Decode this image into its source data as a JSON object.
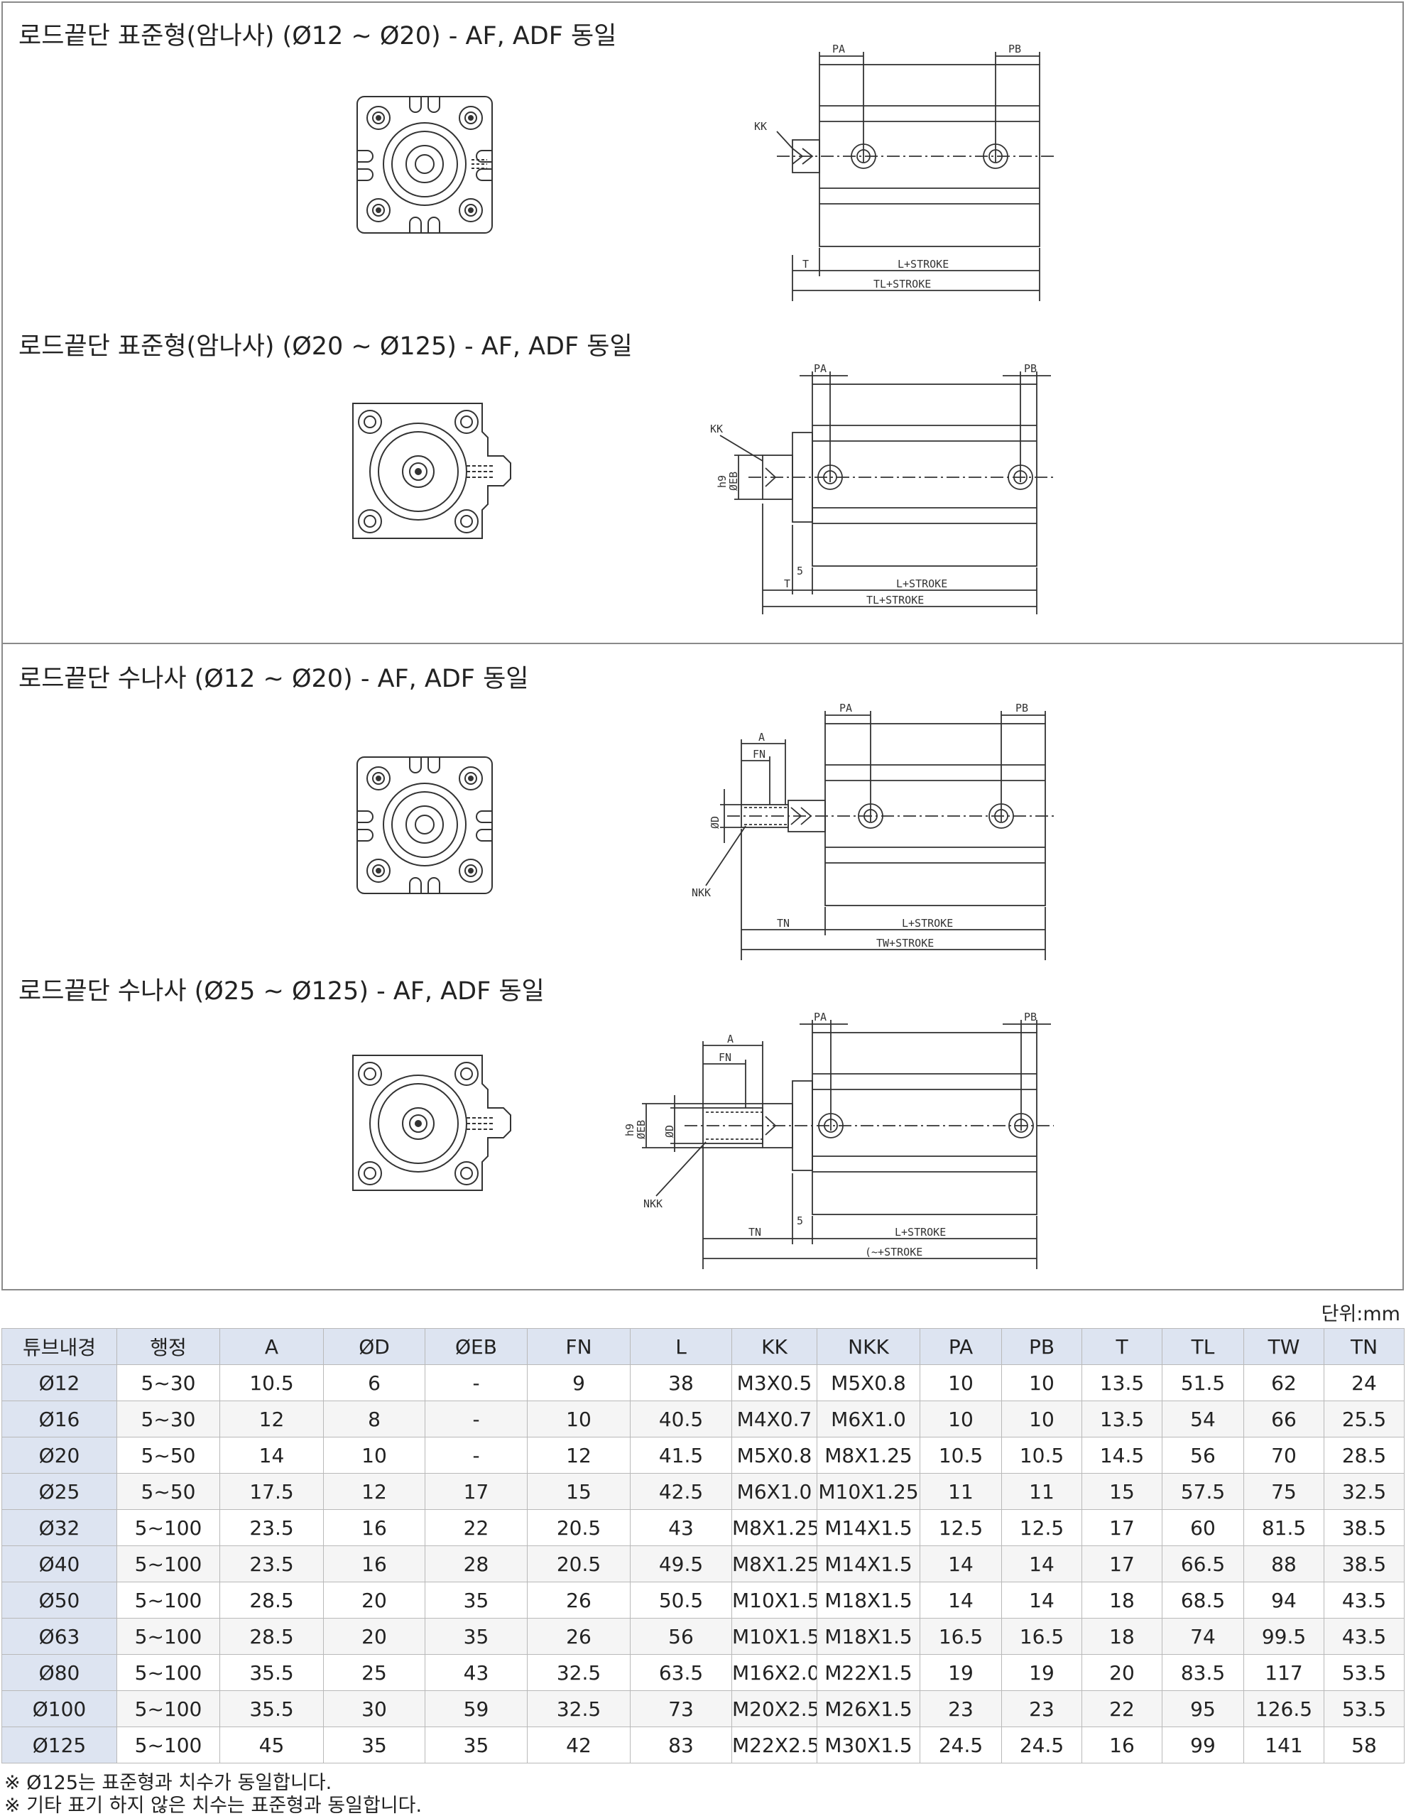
{
  "sections": [
    {
      "title": "로드끝단 표준형(암나사) (Ø12 ~ Ø20) - AF, ADF 동일"
    },
    {
      "title": "로드끝단 표준형(암나사) (Ø20 ~ Ø125) - AF, ADF 동일"
    },
    {
      "title": "로드끝단 수나사 (Ø12 ~ Ø20) - AF, ADF 동일"
    },
    {
      "title": "로드끝단 수나사 (Ø25 ~ Ø125) - AF, ADF 동일"
    }
  ],
  "drawing_labels": {
    "pa": "PA",
    "pb": "PB",
    "kk": "KK",
    "t": "T",
    "l_stroke": "L+STROKE",
    "tl_stroke": "TL+STROKE",
    "h9": "h9",
    "eb": "ØEB",
    "five": "5",
    "a": "A",
    "fn": "FN",
    "d": "ØD",
    "nkk": "NKK",
    "tn": "TN",
    "tw_stroke": "TW+STROKE",
    "tilde_stroke": "(~+STROKE"
  },
  "unit_note": "단위:mm",
  "table": {
    "headers": [
      "튜브내경",
      "행정",
      "A",
      "ØD",
      "ØEB",
      "FN",
      "L",
      "KK",
      "NKK",
      "PA",
      "PB",
      "T",
      "TL",
      "TW",
      "TN"
    ],
    "rows": [
      [
        "Ø12",
        "5~30",
        "10.5",
        "6",
        "-",
        "9",
        "38",
        "M3X0.5",
        "M5X0.8",
        "10",
        "10",
        "13.5",
        "51.5",
        "62",
        "24"
      ],
      [
        "Ø16",
        "5~30",
        "12",
        "8",
        "-",
        "10",
        "40.5",
        "M4X0.7",
        "M6X1.0",
        "10",
        "10",
        "13.5",
        "54",
        "66",
        "25.5"
      ],
      [
        "Ø20",
        "5~50",
        "14",
        "10",
        "-",
        "12",
        "41.5",
        "M5X0.8",
        "M8X1.25",
        "10.5",
        "10.5",
        "14.5",
        "56",
        "70",
        "28.5"
      ],
      [
        "Ø25",
        "5~50",
        "17.5",
        "12",
        "17",
        "15",
        "42.5",
        "M6X1.0",
        "M10X1.25",
        "11",
        "11",
        "15",
        "57.5",
        "75",
        "32.5"
      ],
      [
        "Ø32",
        "5~100",
        "23.5",
        "16",
        "22",
        "20.5",
        "43",
        "M8X1.25",
        "M14X1.5",
        "12.5",
        "12.5",
        "17",
        "60",
        "81.5",
        "38.5"
      ],
      [
        "Ø40",
        "5~100",
        "23.5",
        "16",
        "28",
        "20.5",
        "49.5",
        "M8X1.25",
        "M14X1.5",
        "14",
        "14",
        "17",
        "66.5",
        "88",
        "38.5"
      ],
      [
        "Ø50",
        "5~100",
        "28.5",
        "20",
        "35",
        "26",
        "50.5",
        "M10X1.5",
        "M18X1.5",
        "14",
        "14",
        "18",
        "68.5",
        "94",
        "43.5"
      ],
      [
        "Ø63",
        "5~100",
        "28.5",
        "20",
        "35",
        "26",
        "56",
        "M10X1.5",
        "M18X1.5",
        "16.5",
        "16.5",
        "18",
        "74",
        "99.5",
        "43.5"
      ],
      [
        "Ø80",
        "5~100",
        "35.5",
        "25",
        "43",
        "32.5",
        "63.5",
        "M16X2.0",
        "M22X1.5",
        "19",
        "19",
        "20",
        "83.5",
        "117",
        "53.5"
      ],
      [
        "Ø100",
        "5~100",
        "35.5",
        "30",
        "59",
        "32.5",
        "73",
        "M20X2.5",
        "M26X1.5",
        "23",
        "23",
        "22",
        "95",
        "126.5",
        "53.5"
      ],
      [
        "Ø125",
        "5~100",
        "45",
        "35",
        "35",
        "42",
        "83",
        "M22X2.5",
        "M30X1.5",
        "24.5",
        "24.5",
        "16",
        "99",
        "141",
        "58"
      ]
    ]
  },
  "footnotes": [
    "※ Ø125는 표준형과 치수가 동일합니다.",
    "※ 기타 표기 하지 않은 치수는 표준형과 동일합니다."
  ]
}
